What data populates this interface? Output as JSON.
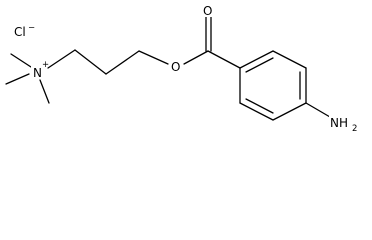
{
  "counterion": {
    "symbol": "Cl",
    "charge": "−"
  },
  "atoms": {
    "nitrogen": {
      "symbol": "N",
      "charge": "+"
    },
    "ester_oxygen": {
      "symbol": "O"
    },
    "carbonyl_oxygen": {
      "symbol": "O"
    },
    "amine": {
      "symbol": "NH",
      "subscript": "2"
    }
  },
  "colors": {
    "ink": "#000000",
    "background": "#ffffff"
  }
}
